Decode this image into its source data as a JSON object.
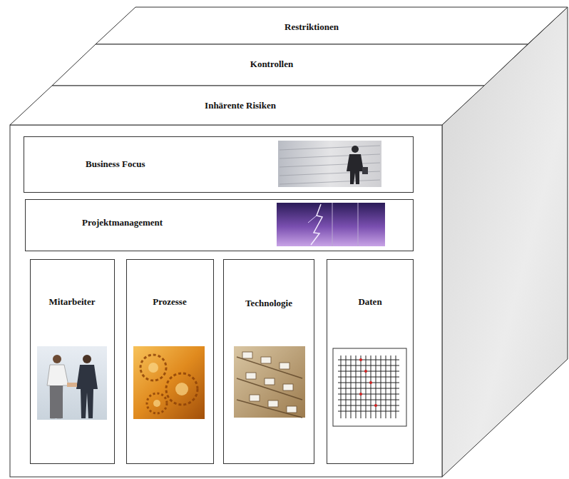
{
  "diagram": {
    "nodes": [
      {
        "text": [
          "Restriktionen"
        ]
      },
      {
        "text": [
          "Kontrollen"
        ]
      },
      {
        "text": [
          "Inhärente Risiken"
        ]
      },
      {
        "text": [
          "Business Focus"
        ]
      },
      {
        "text": [
          "Projektmanagement"
        ]
      },
      {
        "text": [
          "Mitarbeiter"
        ]
      },
      {
        "text": [
          "Prozesse"
        ]
      },
      {
        "text": [
          "Technologie"
        ]
      },
      {
        "text": [
          "Daten"
        ]
      }
    ]
  }
}
